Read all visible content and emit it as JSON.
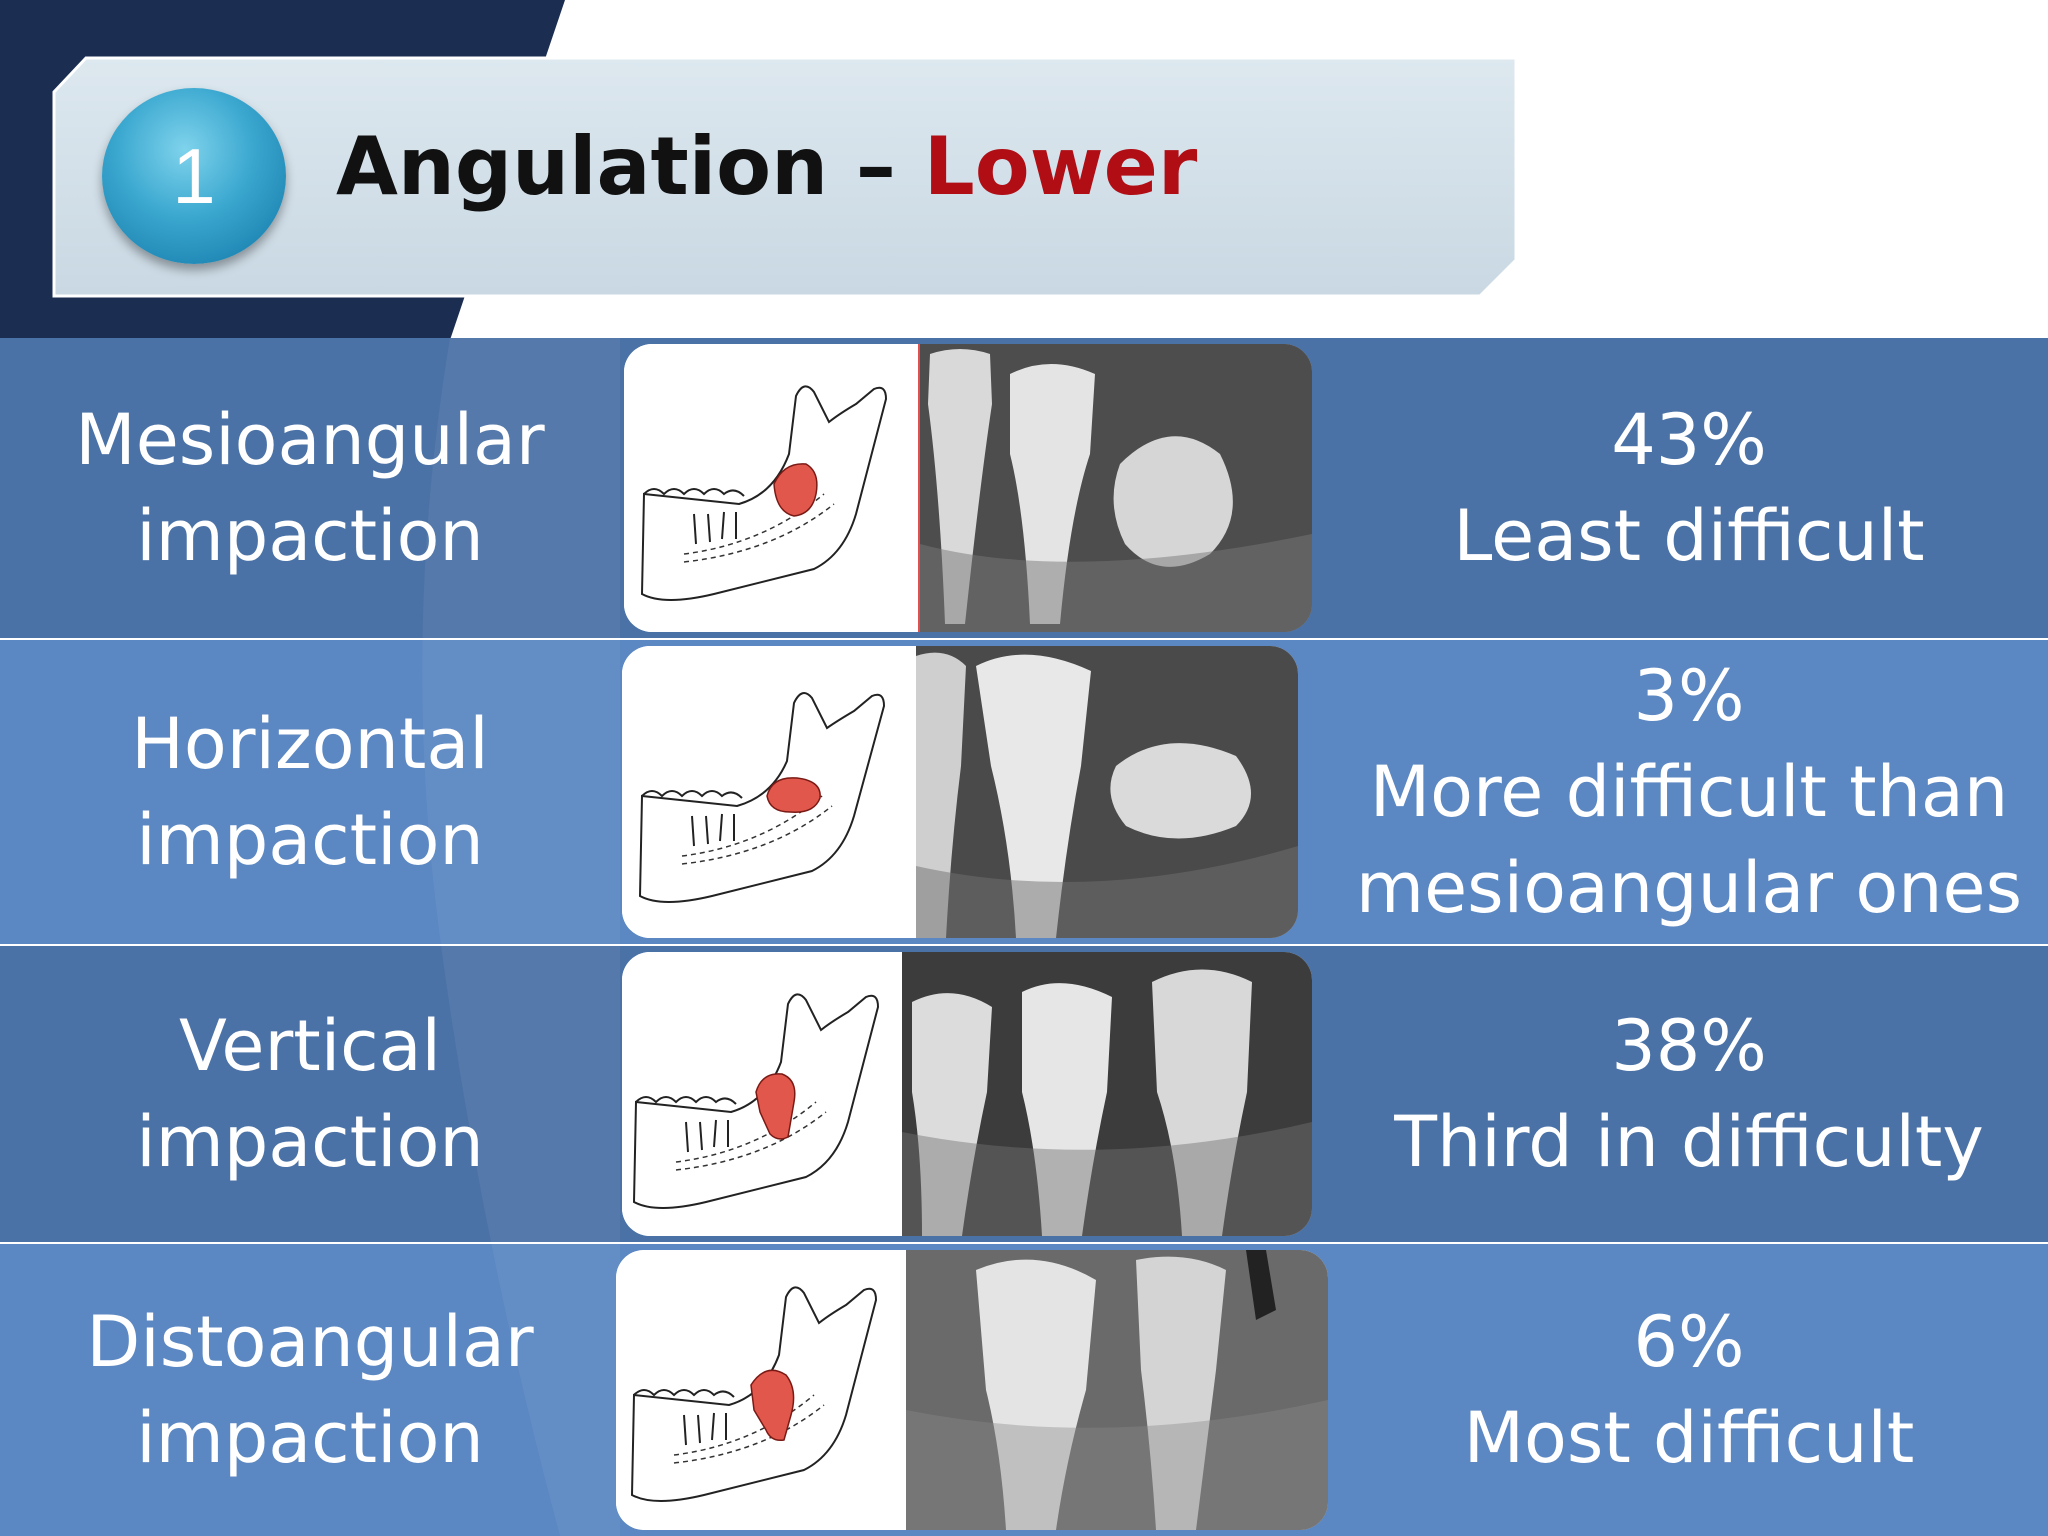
{
  "header": {
    "badge_number": "1",
    "title_main": "Angulation – ",
    "title_accent": "Lower",
    "accent_color": "#b00d15"
  },
  "rows": [
    {
      "type_line1": "Mesioangular",
      "type_line2": "impaction",
      "percent": "43%",
      "difficulty_line1": "Least difficult",
      "difficulty_line2": ""
    },
    {
      "type_line1": "Horizontal",
      "type_line2": "impaction",
      "percent": "3%",
      "difficulty_line1": "More difficult than",
      "difficulty_line2": "mesioangular ones"
    },
    {
      "type_line1": "Vertical",
      "type_line2": "impaction",
      "percent": "38%",
      "difficulty_line1": "Third in difficulty",
      "difficulty_line2": ""
    },
    {
      "type_line1": "Distoangular",
      "type_line2": "impaction",
      "percent": "6%",
      "difficulty_line1": "Most difficult",
      "difficulty_line2": ""
    }
  ],
  "colors": {
    "row_dark": "#4b72a6",
    "row_light": "#5b87c2",
    "navy": "#1b2e52",
    "header_bar": "#d2dfe8"
  }
}
